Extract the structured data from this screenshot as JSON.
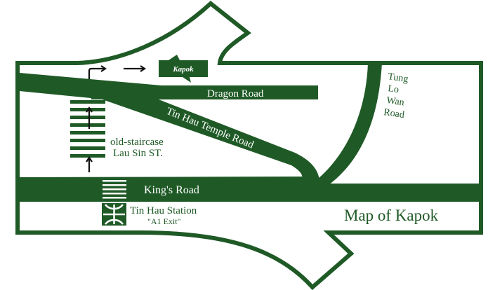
{
  "colors": {
    "road": "#1f5a26",
    "background": "#ffffff",
    "label_on_road": "#ffffff"
  },
  "title": "Map of Kapok",
  "shop_sign": "Kapok",
  "roads": {
    "dragon": "Dragon Road",
    "tin_hau_temple": "Tin Hau Temple Road",
    "kings": "King's Road",
    "tung_lo_wan": [
      "Tung",
      "Lo",
      "Wan",
      "Road"
    ]
  },
  "staircase": {
    "line1": "old-staircase",
    "line2": "Lau Sin ST."
  },
  "station": {
    "name": "Tin Hau Station",
    "exit": "\"A1 Exit\"",
    "icon": "mtr-logo-icon"
  }
}
